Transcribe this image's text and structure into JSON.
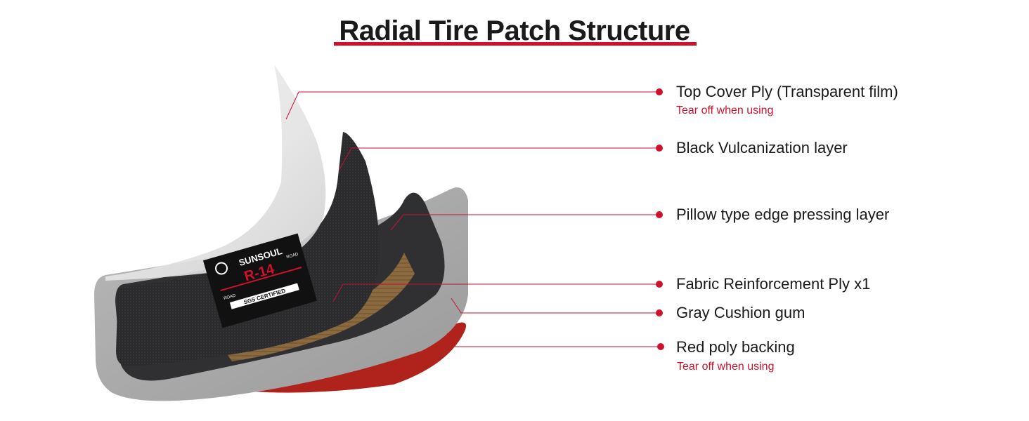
{
  "title": "Radial Tire Patch Structure",
  "colors": {
    "accent": "#d0112b",
    "text": "#1a1a1a",
    "leader_line": "#c41230"
  },
  "patch_label": {
    "brand": "SUNSOUL",
    "model": "R-14",
    "certification": "SGS CERTIFIED",
    "left_arrow": "ROAD",
    "right_arrow": "ROAD"
  },
  "layers": [
    {
      "name": "Top Cover Ply (Transparent film)",
      "note": "Tear off when using"
    },
    {
      "name": "Black Vulcanization layer",
      "note": ""
    },
    {
      "name": "Pillow type edge pressing layer",
      "note": ""
    },
    {
      "name": "Fabric Reinforcement Ply x1",
      "note": ""
    },
    {
      "name": "Gray Cushion gum",
      "note": ""
    },
    {
      "name": "Red poly backing",
      "note": "Tear off when using"
    }
  ]
}
